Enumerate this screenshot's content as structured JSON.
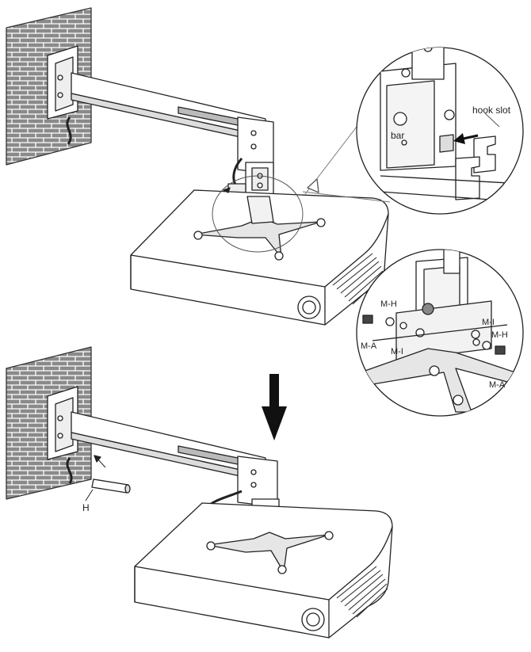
{
  "labels": {
    "hook_slot": "hook slot",
    "bar": "bar",
    "m_h_left": "M-H",
    "m_a_left": "M-A",
    "m_i_left": "M-I",
    "m_i_right": "M-I",
    "m_h_right": "M-H",
    "m_a_right": "M-A",
    "h_tube": "H"
  },
  "colors": {
    "line": "#222222",
    "wall": "#8a8a8a",
    "brick_mortar": "#ffffff",
    "arrow": "#111111",
    "panel": "#ffffff"
  }
}
